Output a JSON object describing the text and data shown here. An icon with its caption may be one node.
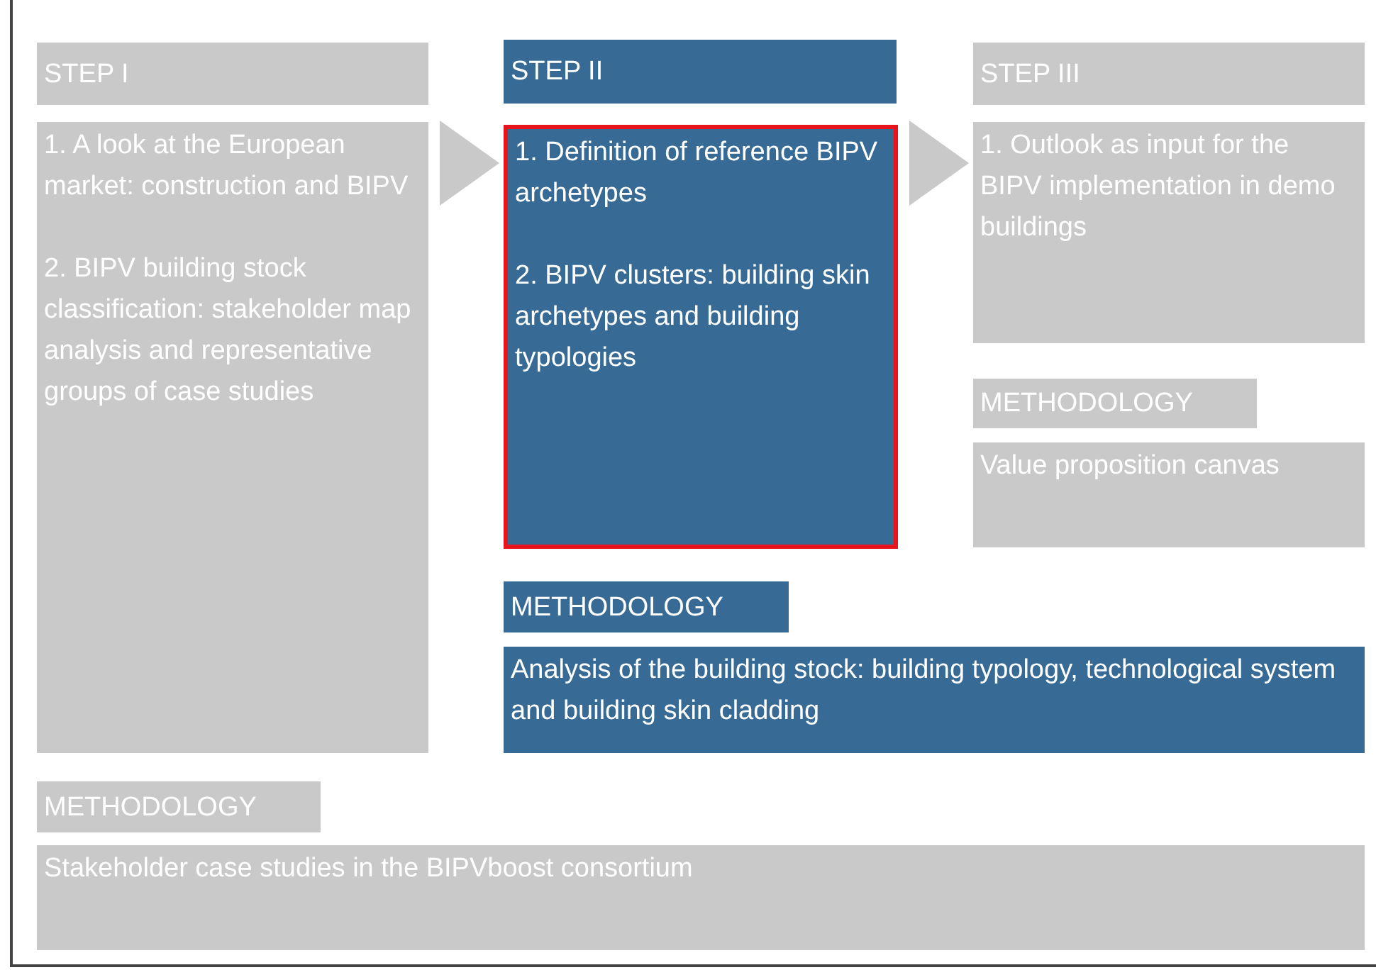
{
  "diagram": {
    "nodes": [
      {
        "text": [
          "STEP I"
        ]
      },
      {
        "text": [
          "1. A look at the European market: construction and BIPV",
          "2. BIPV building stock classification: stakeholder map analysis and representative groups of case studies"
        ]
      },
      {
        "text": [
          "STEP II"
        ]
      },
      {
        "text": [
          "1. Definition of reference BIPV archetypes",
          "2. BIPV clusters: building skin archetypes and building typologies"
        ]
      },
      {
        "text": [
          "STEP III"
        ]
      },
      {
        "text": [
          "1. Outlook as input for the BIPV implementation in demo buildings"
        ]
      },
      {
        "text": [
          "METHODOLOGY"
        ]
      },
      {
        "text": [
          "Value proposition canvas"
        ]
      },
      {
        "text": [
          "METHODOLOGY"
        ]
      },
      {
        "text": [
          "Analysis of the building stock: building typology, technological system and building skin cladding"
        ]
      },
      {
        "text": [
          "METHODOLOGY"
        ]
      },
      {
        "text": [
          "Stakeholder case studies in the BIPVboost consortium"
        ]
      }
    ],
    "edges": [
      {
        "from": 1,
        "to": 3,
        "arrow": "to"
      },
      {
        "from": 3,
        "to": 5,
        "arrow": "to"
      }
    ]
  }
}
